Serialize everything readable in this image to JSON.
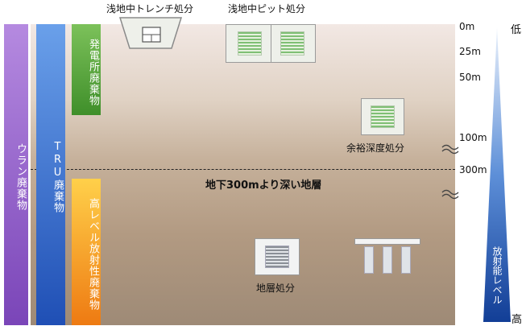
{
  "labels": {
    "trench": "浅地中トレンチ処分",
    "pit": "浅地中ピット処分",
    "intermediate": "余裕深度処分",
    "deep_layer": "地下300mより深い地層",
    "geological": "地層処分"
  },
  "bars": {
    "uranium": "ウラン廃棄物",
    "tru": "TRU廃棄物",
    "power_plant": "発電所廃棄物",
    "high_level": "高レベル放射性廃棄物"
  },
  "depths": [
    "0m",
    "25m",
    "50m",
    "100m",
    "300m"
  ],
  "radiation": {
    "low": "低",
    "high": "高",
    "label": "放射能レベル"
  },
  "colors": {
    "uranium": "#9a64cc",
    "tru": "#3b74cf",
    "power_plant": "#5eac3b",
    "high_level": "#f0a020",
    "radiation_gradient_top": "#eaf1fb",
    "radiation_gradient_bottom": "#123e96"
  },
  "icons": [
    "tilde-break-icon"
  ]
}
